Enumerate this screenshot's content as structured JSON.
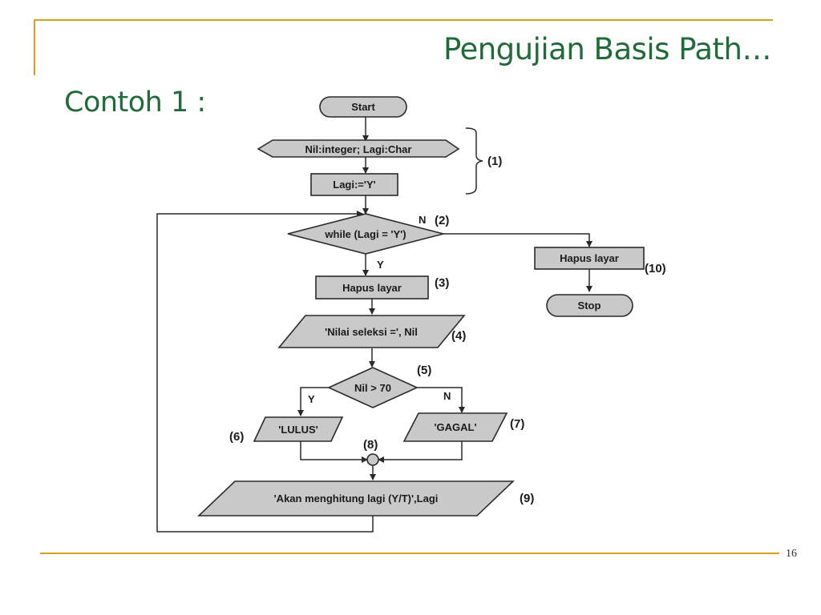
{
  "slide": {
    "title": "Pengujian Basis Path…",
    "subtitle": "Contoh 1 :",
    "page_number": "16"
  },
  "flowchart": {
    "start": "Start",
    "declare": "Nil:integer; Lagi:Char",
    "assign": "Lagi:='Y'",
    "while": "while (Lagi = 'Y')",
    "clear_left": "Hapus layar",
    "input": "'Nilai seleksi =', Nil",
    "decision": "Nil  > 70",
    "pass": "'LULUS'",
    "fail": "'GAGAL'",
    "ask_again": "'Akan menghitung lagi (Y/T)',Lagi",
    "clear_right": "Hapus layar",
    "stop": "Stop",
    "while_no": "N",
    "while_yes": "Y",
    "decision_yes": "Y",
    "decision_no": "N",
    "n1": "(1)",
    "n2": "(2)",
    "n3": "(3)",
    "n4": "(4)",
    "n5": "(5)",
    "n6": "(6)",
    "n7": "(7)",
    "n8": "(8)",
    "n9": "(9)",
    "n10": "(10)"
  }
}
